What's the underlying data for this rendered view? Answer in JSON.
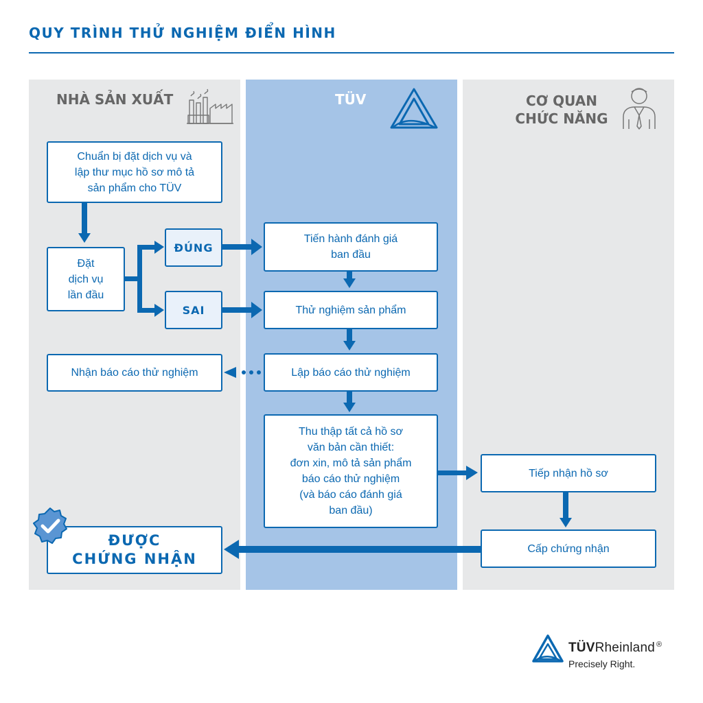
{
  "title": "QUY TRÌNH THỬ NGHIỆM ĐIỂN HÌNH",
  "lanes": {
    "manufacturer": "NHÀ SẢN XUẤT",
    "tuv": "TÜV",
    "authority_line1": "CƠ QUAN",
    "authority_line2": "CHỨC NĂNG"
  },
  "steps": {
    "prepare": "Chuẩn bị đặt dịch vụ và\nlập thư mục hồ sơ mô tả\nsản phẩm cho TÜV",
    "order": "Đặt\ndịch vụ\nlần đầu",
    "yes": "ĐÚNG",
    "no": "SAI",
    "initial_assessment": "Tiến hành đánh giá\nban đầu",
    "product_test": "Thử nghiệm sản phẩm",
    "test_report": "Lập báo cáo thử nghiệm",
    "receive_report": "Nhận báo cáo thử nghiệm",
    "collect_docs": "Thu thập tất cả hồ sơ\nvăn bản cần thiết:\nđơn xin, mô tả sản phẩm\nbáo cáo thử nghiệm\n(và báo cáo đánh giá\nban đầu)",
    "receive_docs": "Tiếp nhận hồ sơ",
    "issue_cert": "Cấp chứng nhận",
    "certified": "ĐƯỢC\nCHỨNG NHẬN"
  },
  "brand": {
    "name_bold": "TÜV",
    "name_rest": "Rheinland",
    "registered": "®",
    "slogan": "Precisely Right."
  },
  "colors": {
    "primary": "#0b68b1",
    "lane_gray": "#e7e8e9",
    "lane_blue": "#a5c4e7",
    "box_light": "#e9f1fa"
  },
  "icons": [
    "factory-icon",
    "tuv-triangle-logo",
    "official-person-icon",
    "certified-check-badge-icon",
    "tuv-rheinland-logo"
  ]
}
